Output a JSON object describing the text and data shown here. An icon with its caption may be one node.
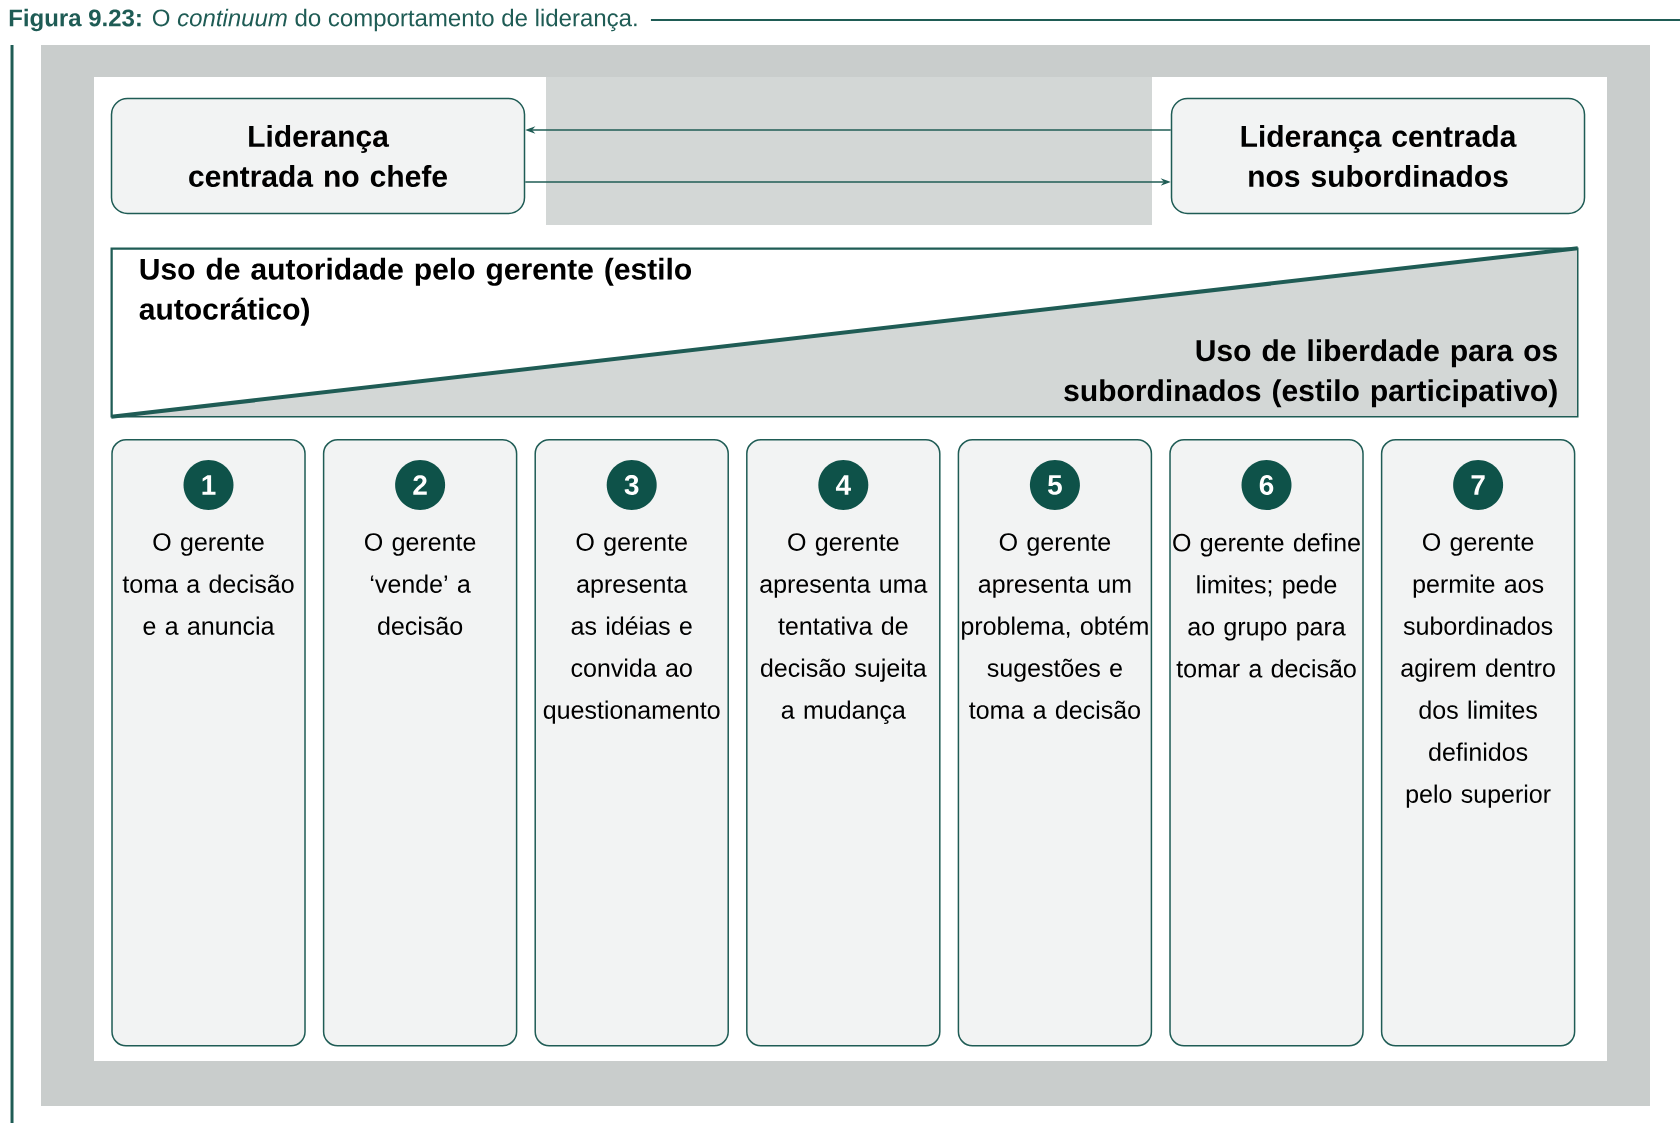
{
  "diagram": {
    "title": "**Figura 9.23:** O *continuum* do comportamento de liderança.",
    "nodes": [
      {
        "text": [
          "Liderança centrada no chefe"
        ]
      },
      {
        "text": [
          "Liderança centrada nos subordinados"
        ]
      },
      {
        "text": [
          "Uso de autoridade pelo gerente (estilo autocrático)",
          "Uso de liberdade para os subordinados (estilo participativo)"
        ]
      },
      {
        "text": [
          "1",
          "O gerente toma a decisão e a anuncia"
        ]
      },
      {
        "text": [
          "2",
          "O gerente ‘vende’ a decisão"
        ]
      },
      {
        "text": [
          "3",
          "O gerente apresenta as idéias e convida ao questionamento"
        ]
      },
      {
        "text": [
          "4",
          "O gerente apresenta uma tentativa de decisão sujeita a mudança"
        ]
      },
      {
        "text": [
          "5",
          "O gerente apresenta um problema, obtém sugestões e toma a decisão"
        ]
      },
      {
        "text": [
          "6",
          "O gerente define limites; pede ao grupo para tomar a decisão"
        ]
      },
      {
        "text": [
          "7",
          "O gerente permite aos subordinados agirem dentro dos limites definidos pelo superior"
        ]
      }
    ],
    "edges": [
      {
        "from": 1,
        "to": 0,
        "arrow": "to"
      },
      {
        "from": 0,
        "to": 1,
        "arrow": "to"
      }
    ]
  }
}
